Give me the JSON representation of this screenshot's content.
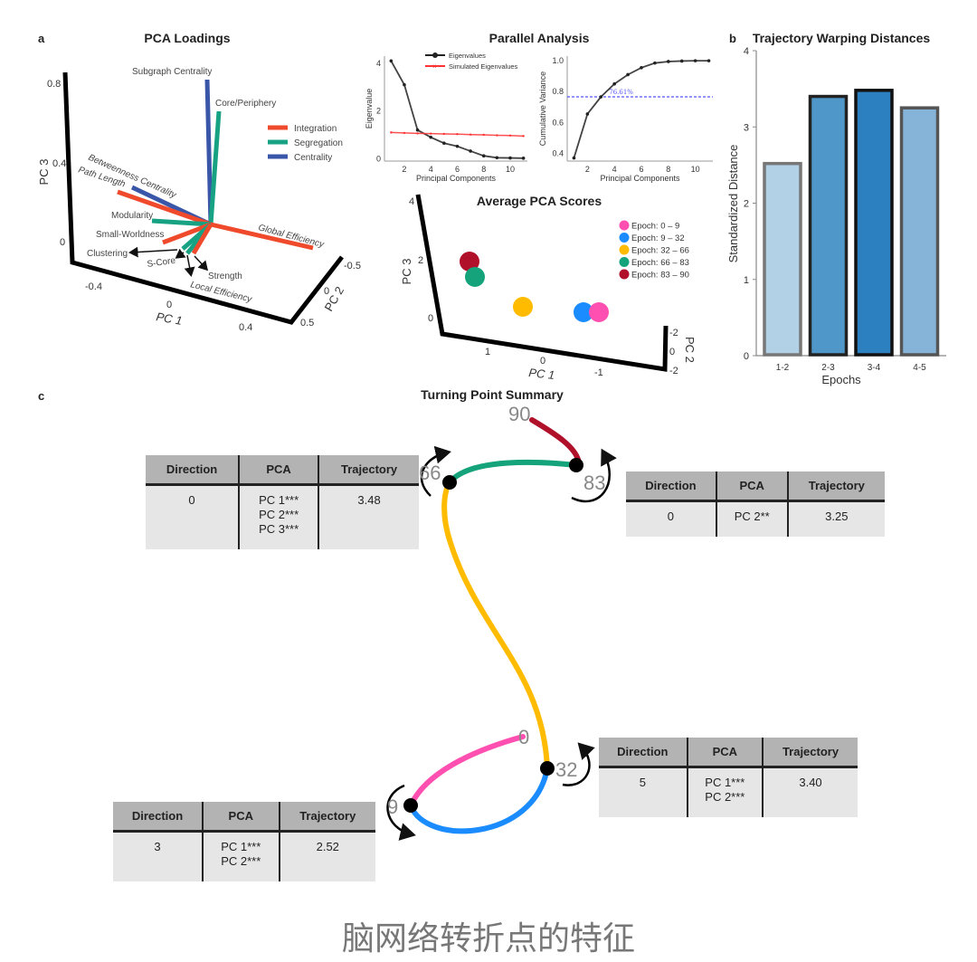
{
  "caption": "脑网络转折点的特征",
  "panel_labels": {
    "a": "a",
    "b": "b",
    "c": "c"
  },
  "chart_data": [
    {
      "id": "pca_loadings",
      "type": "scatter",
      "title": "PCA Loadings",
      "axes": {
        "x_label": "PC 1",
        "y_label": "PC 2",
        "z_label": "PC 3",
        "x_ticks": [
          "-0.4",
          "0",
          "0.4"
        ],
        "y_ticks": [
          "-0.5",
          "0",
          "0.5"
        ],
        "z_ticks": [
          "0",
          "0.4",
          "0.8"
        ]
      },
      "legend": [
        {
          "name": "Integration",
          "color": "#f04a2c"
        },
        {
          "name": "Segregation",
          "color": "#17a383"
        },
        {
          "name": "Centrality",
          "color": "#3a56a8"
        }
      ],
      "loadings": [
        {
          "name": "Subgraph Centrality",
          "group": "Centrality"
        },
        {
          "name": "Core/Periphery",
          "group": "Segregation"
        },
        {
          "name": "Betweenness Centrality",
          "group": "Centrality"
        },
        {
          "name": "Path Length",
          "group": "Integration"
        },
        {
          "name": "Modularity",
          "group": "Segregation"
        },
        {
          "name": "Small-Worldness",
          "group": "Integration"
        },
        {
          "name": "Global Efficiency",
          "group": "Integration"
        },
        {
          "name": "Clustering",
          "group": "Segregation"
        },
        {
          "name": "S-Core",
          "group": "Segregation"
        },
        {
          "name": "Local Efficiency",
          "group": "Segregation"
        },
        {
          "name": "Strength",
          "group": "Integration"
        }
      ]
    },
    {
      "id": "parallel_eigen",
      "type": "line",
      "title": "Parallel Analysis",
      "xlabel": "Principal Components",
      "ylabel": "Eigenvalue",
      "xlim": [
        0.5,
        11.3
      ],
      "ylim": [
        -0.1,
        4.3
      ],
      "x_ticks": [
        2,
        4,
        6,
        8,
        10
      ],
      "y_ticks": [
        0,
        2,
        4
      ],
      "x": [
        1,
        2,
        3,
        4,
        5,
        6,
        7,
        8,
        9,
        10,
        11
      ],
      "series": [
        {
          "name": "Eigenvalues",
          "color": "#222222",
          "values": [
            4.1,
            3.1,
            1.2,
            0.9,
            0.65,
            0.52,
            0.32,
            0.12,
            0.04,
            0.03,
            0.02
          ]
        },
        {
          "name": "Simulated Eigenvalues",
          "color": "#ff3333",
          "values": [
            1.1,
            1.08,
            1.06,
            1.05,
            1.04,
            1.03,
            1.01,
            1.0,
            0.98,
            0.97,
            0.95
          ]
        }
      ]
    },
    {
      "id": "parallel_cumvar",
      "type": "line",
      "xlabel": "Principal Components",
      "ylabel": "Cumulative Variance",
      "xlim": [
        0.5,
        11.3
      ],
      "ylim": [
        0.35,
        1.03
      ],
      "x_ticks": [
        2,
        4,
        6,
        8,
        10
      ],
      "y_ticks": [
        0.4,
        0.6,
        0.8,
        1.0
      ],
      "x": [
        1,
        2,
        3,
        4,
        5,
        6,
        7,
        8,
        9,
        10,
        11
      ],
      "series": [
        {
          "name": "Cumulative Variance",
          "color": "#222222",
          "values": [
            0.37,
            0.655,
            0.766,
            0.85,
            0.91,
            0.955,
            0.985,
            0.995,
            0.998,
            1.0,
            1.0
          ]
        }
      ],
      "threshold": {
        "value": 0.7661,
        "label": "76.61%",
        "color": "#5555ff"
      }
    },
    {
      "id": "avg_pca_scores",
      "type": "scatter",
      "title": "Average PCA Scores",
      "axes": {
        "x_label": "PC 1",
        "y_label": "PC 2",
        "z_label": "PC 3",
        "x_ticks": [
          "1",
          "0",
          "-1"
        ],
        "y_ticks": [
          "-2",
          "0",
          "-2"
        ],
        "z_ticks": [
          "0",
          "2",
          "4"
        ]
      },
      "points": [
        {
          "name": "Epoch: 0 – 9",
          "color": "#ff4fb0"
        },
        {
          "name": "Epoch: 9 – 32",
          "color": "#1a8cff"
        },
        {
          "name": "Epoch: 32 – 66",
          "color": "#ffbb00"
        },
        {
          "name": "Epoch: 66 – 83",
          "color": "#14a37a"
        },
        {
          "name": "Epoch: 83 – 90",
          "color": "#b0102a"
        }
      ]
    },
    {
      "id": "warping",
      "type": "bar",
      "title": "Trajectory Warping Distances",
      "xlabel": "Epochs",
      "ylabel": "Standardized Distance",
      "ylim": [
        0,
        4
      ],
      "y_ticks": [
        0,
        1,
        2,
        3,
        4
      ],
      "categories": [
        "1-2",
        "2-3",
        "3-4",
        "4-5"
      ],
      "values": [
        2.52,
        3.4,
        3.48,
        3.25
      ],
      "colors": [
        "#b2d0e6",
        "#4f97c8",
        "#2c80bf",
        "#86b3d8"
      ],
      "edge_colors": [
        "#777777",
        "#222222",
        "#111111",
        "#555555"
      ]
    }
  ],
  "turning_points": {
    "title": "Turning Point Summary",
    "epoch_labels": [
      "0",
      "9",
      "32",
      "66",
      "83",
      "90"
    ],
    "segment_colors": [
      "#ff4fb0",
      "#1a8cff",
      "#ffbb00",
      "#14a37a",
      "#b0102a"
    ],
    "headers": [
      "Direction",
      "PCA",
      "Trajectory"
    ],
    "tables": [
      {
        "at_epoch": "66",
        "direction": "0",
        "pca": [
          "PC 1***",
          "PC 2***",
          "PC 3***"
        ],
        "trajectory": "3.48"
      },
      {
        "at_epoch": "83",
        "direction": "0",
        "pca": [
          "PC 2**"
        ],
        "trajectory": "3.25"
      },
      {
        "at_epoch": "32",
        "direction": "5",
        "pca": [
          "PC 1***",
          "PC 2***"
        ],
        "trajectory": "3.40"
      },
      {
        "at_epoch": "9",
        "direction": "3",
        "pca": [
          "PC 1***",
          "PC 2***"
        ],
        "trajectory": "2.52"
      }
    ]
  }
}
